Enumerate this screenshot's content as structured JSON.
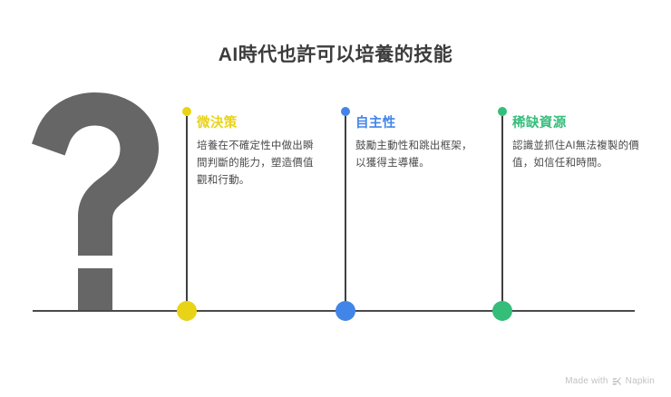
{
  "title": "AI時代也許可以培養的技能",
  "graphic": {
    "question_mark_icon": "question-mark",
    "question_mark_color": "#666666",
    "baseline_color": "#4a4a4a"
  },
  "columns": [
    {
      "heading": "微決策",
      "body": "培養在不確定性中做出瞬間判斷的能力，塑造價值觀和行動。",
      "color": "#E8D316"
    },
    {
      "heading": "自主性",
      "body": "鼓勵主動性和跳出框架，以獲得主導權。",
      "color": "#4285E8"
    },
    {
      "heading": "稀缺資源",
      "body": "認識並抓住AI無法複製的價值，如信任和時間。",
      "color": "#35BD7A"
    }
  ],
  "watermark": {
    "prefix": "Made with",
    "brand": "Napkin",
    "logo_icon": "napkin-logo-icon",
    "color": "#c2c2c2"
  }
}
